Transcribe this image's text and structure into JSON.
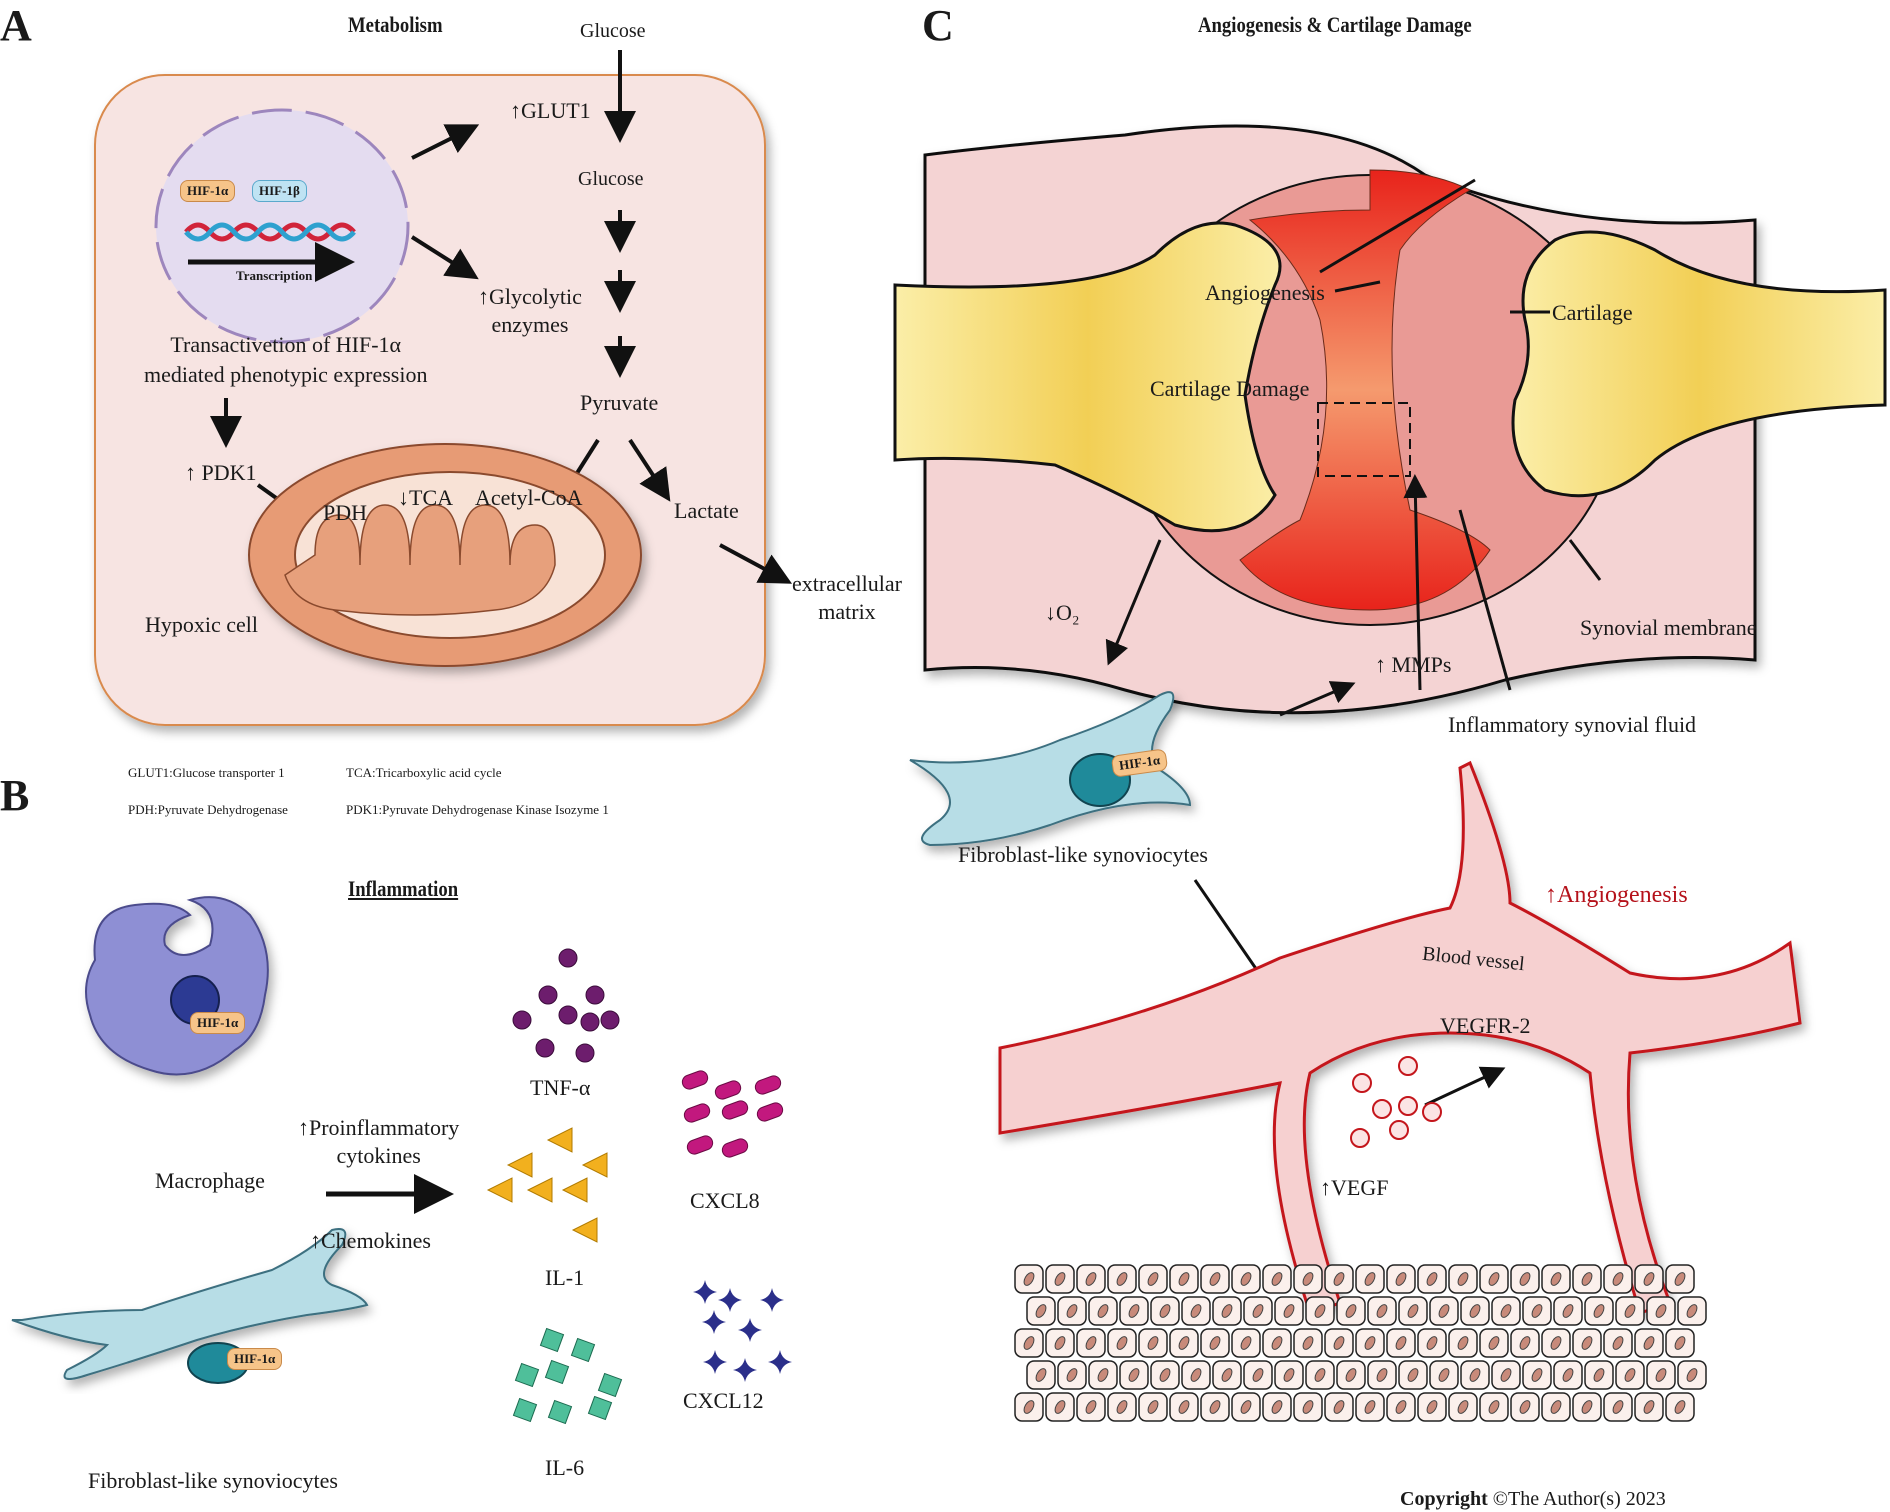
{
  "panels": {
    "a": {
      "letter": "A",
      "title": "Metabolism",
      "glucose_outside": "Glucose",
      "glut1": "↑GLUT1",
      "glucose_inside": "Glucose",
      "glycolytic": [
        "↑Glycolytic",
        "enzymes"
      ],
      "pyruvate": "Pyruvate",
      "lactate": "Lactate",
      "extracellular": [
        "extracellular",
        "matrix"
      ],
      "hif1a": "HIF-1α",
      "hif1b": "HIF-1β",
      "transcription": "Transcription",
      "transactivation": [
        "Transactivetion of HIF-1α",
        "mediated phenotypic expression"
      ],
      "pdk1": "↑ PDK1",
      "pdh": "PDH",
      "tca": "↓TCA",
      "acetyl_coa": "Acetyl-CoA",
      "hypoxic_cell": "Hypoxic cell",
      "colors": {
        "cell_fill": "#f7e4e2",
        "cell_border": "#d98a4e",
        "mito_outer": "#e79b75",
        "mito_inner": "#f8e2d6",
        "nucleus": "#e4dcf0"
      }
    },
    "legend": {
      "items": [
        "GLUT1:Glucose transporter 1",
        "TCA:Tricarboxylic acid cycle",
        "PDH:Pyruvate Dehydrogenase",
        "PDK1:Pyruvate Dehydrogenase Kinase Isozyme 1"
      ]
    },
    "b": {
      "letter": "B",
      "title": "Inflammation",
      "macrophage": "Macrophage",
      "fls": "Fibroblast-like synoviocytes",
      "hif1a": "HIF-1α",
      "proinflammatory": [
        "↑Proinflammatory",
        "cytokines"
      ],
      "chemokines": "↑Chemokines",
      "cytokines": [
        "TNF-α",
        "IL-1",
        "IL-6",
        "CXCL8",
        "CXCL12"
      ],
      "colors": {
        "macrophage": "#8e8fd4",
        "fls": "#b7dde6",
        "tnf": "#6d1d6d",
        "il1": "#f2b01e",
        "il6": "#4fbf9a",
        "cxcl8": "#c2187e",
        "cxcl12": "#2b2f8a"
      }
    },
    "c": {
      "letter": "C",
      "title": "Angiogenesis & Cartilage Damage",
      "angiogenesis_label": "Angiogenesis",
      "cartilage": "Cartilage",
      "cartilage_damage": "Cartilage Damage",
      "o2": "↓O₂",
      "mmps": "↑ MMPs",
      "synovial_membrane": "Synovial membrane",
      "inflammatory_fluid": "Inflammatory synovial fluid",
      "fls": "Fibroblast-like synoviocytes",
      "hif1a": "HIF-1α",
      "angiogenesis_up": "↑Angiogenesis",
      "blood_vessel": "Blood vessel",
      "vegfr2": "VEGFR-2",
      "vegf": "↑VEGF",
      "colors": {
        "bone": "#f6df7a",
        "synovium": "#f4d3d3",
        "capsule": "#e99a95",
        "fluid": "#ef5b3f",
        "vessel": "#c4161c",
        "vessel_fill": "#f6d0d0"
      }
    }
  },
  "copyright": {
    "bold": "Copyright",
    "rest": "©The Author(s) 2023"
  }
}
